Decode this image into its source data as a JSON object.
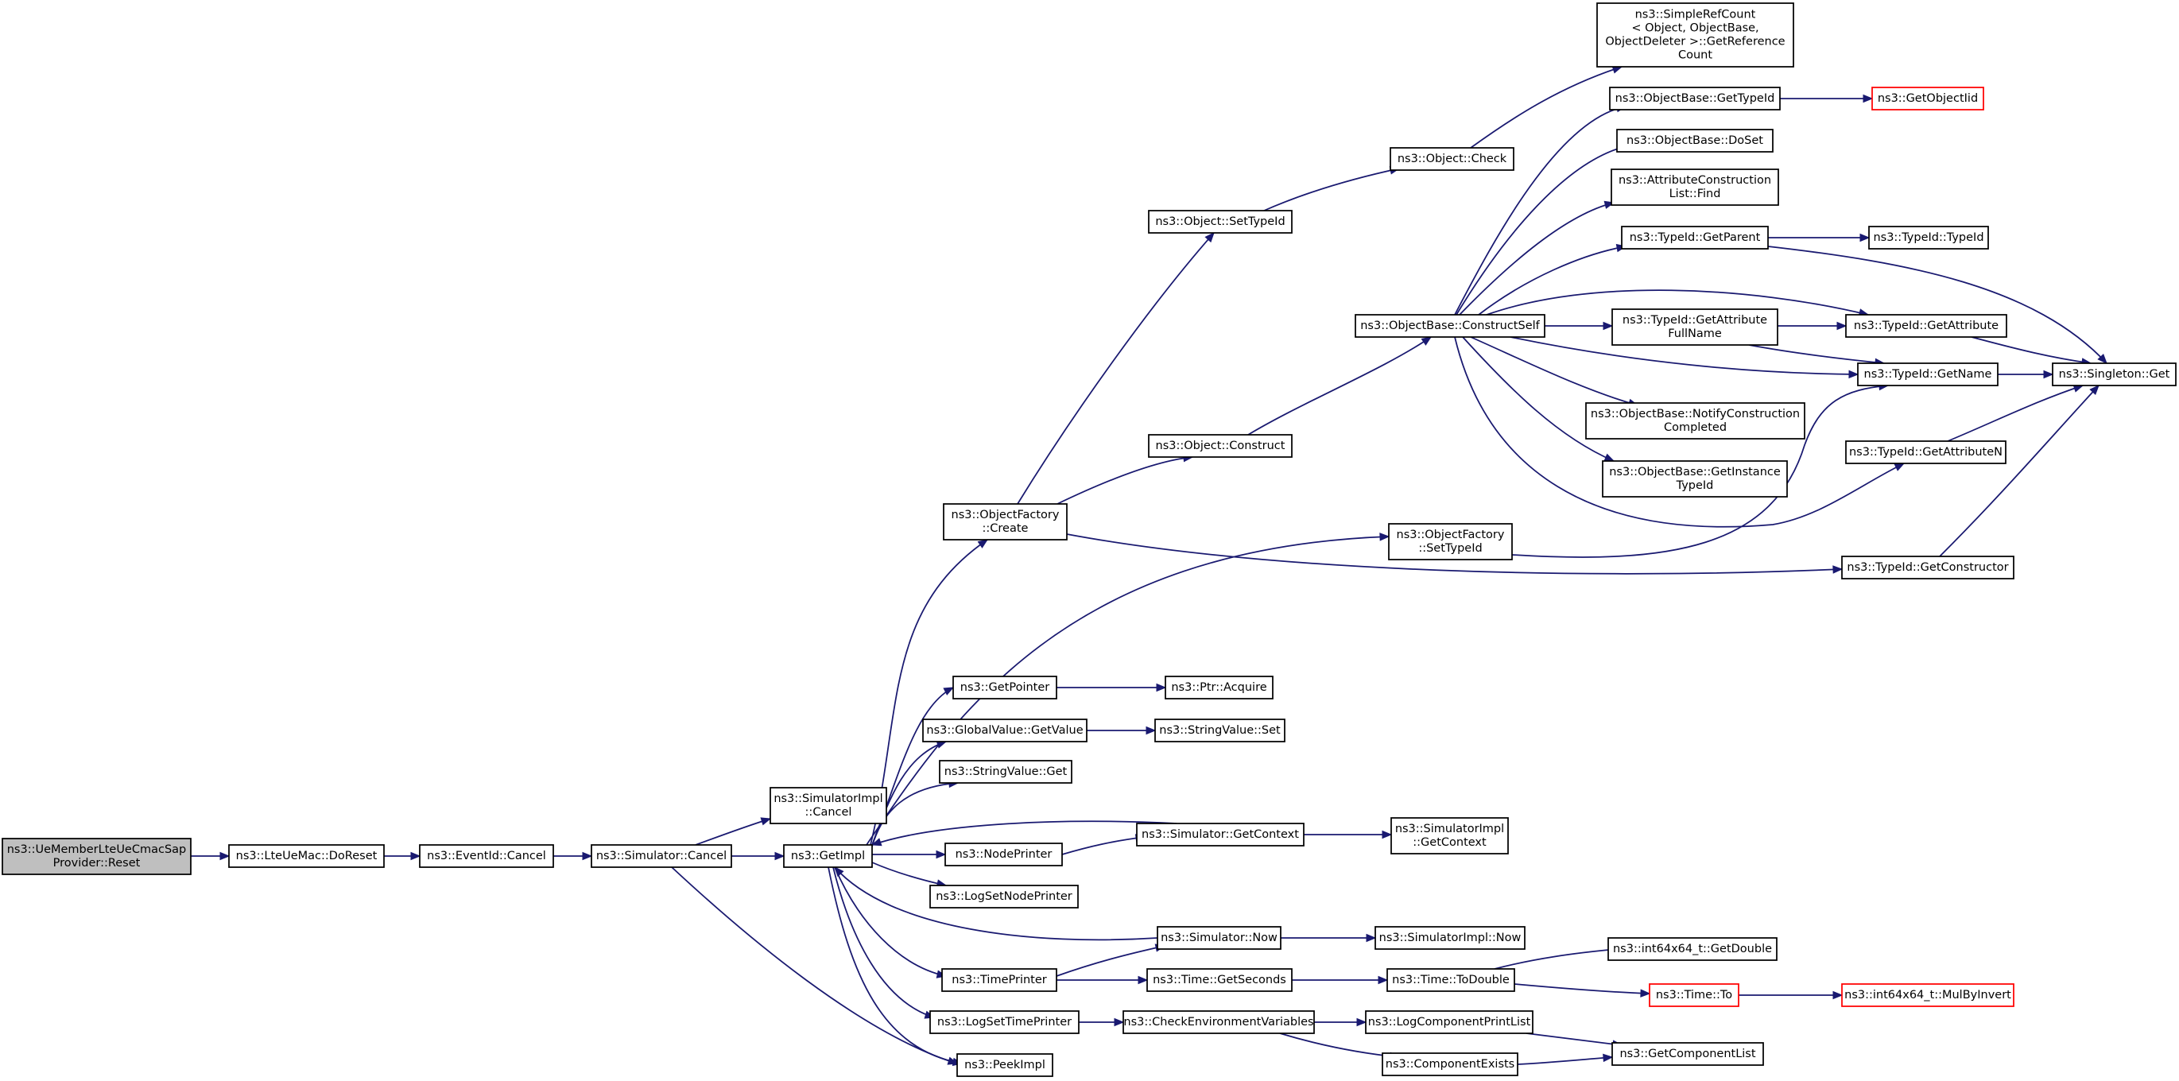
{
  "graph": {
    "title": "",
    "colors": {
      "edge": "#191970",
      "root_fill": "#bfbfbf",
      "node_border": "#000000",
      "external_border": "#ff0000"
    },
    "nodes": [
      {
        "id": "root",
        "label": [
          "ns3::UeMemberLteUeCmacSap",
          "Provider::Reset"
        ],
        "kind": "root"
      },
      {
        "id": "doreset",
        "label": [
          "ns3::LteUeMac::DoReset"
        ]
      },
      {
        "id": "eventcancel",
        "label": [
          "ns3::EventId::Cancel"
        ]
      },
      {
        "id": "simcancel",
        "label": [
          "ns3::Simulator::Cancel"
        ]
      },
      {
        "id": "simimplcancel",
        "label": [
          "ns3::SimulatorImpl",
          "::Cancel"
        ]
      },
      {
        "id": "getimpl",
        "label": [
          "ns3::GetImpl"
        ]
      },
      {
        "id": "peekimpl",
        "label": [
          "ns3::PeekImpl"
        ]
      },
      {
        "id": "objfactcreate",
        "label": [
          "ns3::ObjectFactory",
          "::Create"
        ]
      },
      {
        "id": "getpointer",
        "label": [
          "ns3::GetPointer"
        ]
      },
      {
        "id": "gvgetvalue",
        "label": [
          "ns3::GlobalValue::GetValue"
        ]
      },
      {
        "id": "strvalget",
        "label": [
          "ns3::StringValue::Get"
        ]
      },
      {
        "id": "nodeprinter",
        "label": [
          "ns3::NodePrinter"
        ]
      },
      {
        "id": "logsetnodeprinter",
        "label": [
          "ns3::LogSetNodePrinter"
        ]
      },
      {
        "id": "timeprinter",
        "label": [
          "ns3::TimePrinter"
        ]
      },
      {
        "id": "logsettimeprinter",
        "label": [
          "ns3::LogSetTimePrinter"
        ]
      },
      {
        "id": "objsettypeid",
        "label": [
          "ns3::Object::SetTypeId"
        ]
      },
      {
        "id": "objconstruct",
        "label": [
          "ns3::Object::Construct"
        ]
      },
      {
        "id": "objfactsettypeid",
        "label": [
          "ns3::ObjectFactory",
          "::SetTypeId"
        ]
      },
      {
        "id": "typeidgetconstructor",
        "label": [
          "ns3::TypeId::GetConstructor"
        ]
      },
      {
        "id": "ptracquire",
        "label": [
          "ns3::Ptr::Acquire"
        ]
      },
      {
        "id": "strvalset",
        "label": [
          "ns3::StringValue::Set"
        ]
      },
      {
        "id": "simgetcontext",
        "label": [
          "ns3::Simulator::GetContext"
        ]
      },
      {
        "id": "simimplgetcontext",
        "label": [
          "ns3::SimulatorImpl",
          "::GetContext"
        ]
      },
      {
        "id": "simnow",
        "label": [
          "ns3::Simulator::Now"
        ]
      },
      {
        "id": "simimplnow",
        "label": [
          "ns3::SimulatorImpl::Now"
        ]
      },
      {
        "id": "timegetseconds",
        "label": [
          "ns3::Time::GetSeconds"
        ]
      },
      {
        "id": "timetodouble",
        "label": [
          "ns3::Time::ToDouble"
        ]
      },
      {
        "id": "int64getdouble",
        "label": [
          "ns3::int64x64_t::GetDouble"
        ]
      },
      {
        "id": "timeto",
        "label": [
          "ns3::Time::To"
        ],
        "kind": "external"
      },
      {
        "id": "int64mulbyinvert",
        "label": [
          "ns3::int64x64_t::MulByInvert"
        ],
        "kind": "external"
      },
      {
        "id": "checkenv",
        "label": [
          "ns3::CheckEnvironmentVariables"
        ]
      },
      {
        "id": "logcompprintlist",
        "label": [
          "ns3::LogComponentPrintList"
        ]
      },
      {
        "id": "compexists",
        "label": [
          "ns3::ComponentExists"
        ]
      },
      {
        "id": "getcomplist",
        "label": [
          "ns3::GetComponentList"
        ]
      },
      {
        "id": "objcheck",
        "label": [
          "ns3::Object::Check"
        ]
      },
      {
        "id": "simplerefcount",
        "label": [
          "ns3::SimpleRefCount",
          "< Object, ObjectBase,",
          "ObjectDeleter >::GetReference",
          "Count"
        ]
      },
      {
        "id": "objbaseconstructself",
        "label": [
          "ns3::ObjectBase::ConstructSelf"
        ]
      },
      {
        "id": "objbasegettypeid",
        "label": [
          "ns3::ObjectBase::GetTypeId"
        ]
      },
      {
        "id": "getobjectiid",
        "label": [
          "ns3::GetObjectIid"
        ],
        "kind": "external"
      },
      {
        "id": "objbasedoset",
        "label": [
          "ns3::ObjectBase::DoSet"
        ]
      },
      {
        "id": "attrconstrlistfind",
        "label": [
          "ns3::AttributeConstruction",
          "List::Find"
        ]
      },
      {
        "id": "typeidgetparent",
        "label": [
          "ns3::TypeId::GetParent"
        ]
      },
      {
        "id": "typeidtypeid",
        "label": [
          "ns3::TypeId::TypeId"
        ]
      },
      {
        "id": "typeidgetattrfullname",
        "label": [
          "ns3::TypeId::GetAttribute",
          "FullName"
        ]
      },
      {
        "id": "typeidgetattribute",
        "label": [
          "ns3::TypeId::GetAttribute"
        ]
      },
      {
        "id": "typeidgetname",
        "label": [
          "ns3::TypeId::GetName"
        ]
      },
      {
        "id": "singletonget",
        "label": [
          "ns3::Singleton::Get"
        ]
      },
      {
        "id": "notifyconstr",
        "label": [
          "ns3::ObjectBase::NotifyConstruction",
          "Completed"
        ]
      },
      {
        "id": "getinstancetypeid",
        "label": [
          "ns3::ObjectBase::GetInstance",
          "TypeId"
        ]
      },
      {
        "id": "typeidgetattrn",
        "label": [
          "ns3::TypeId::GetAttributeN"
        ]
      }
    ],
    "edges": [
      [
        "root",
        "doreset"
      ],
      [
        "doreset",
        "eventcancel"
      ],
      [
        "eventcancel",
        "simcancel"
      ],
      [
        "simcancel",
        "simimplcancel"
      ],
      [
        "simcancel",
        "getimpl"
      ],
      [
        "simcancel",
        "peekimpl"
      ],
      [
        "getimpl",
        "objfactcreate"
      ],
      [
        "getimpl",
        "objfactsettypeid"
      ],
      [
        "getimpl",
        "getpointer"
      ],
      [
        "getimpl",
        "gvgetvalue"
      ],
      [
        "getimpl",
        "strvalget"
      ],
      [
        "getimpl",
        "nodeprinter"
      ],
      [
        "getimpl",
        "logsetnodeprinter"
      ],
      [
        "getimpl",
        "timeprinter"
      ],
      [
        "getimpl",
        "logsettimeprinter"
      ],
      [
        "getimpl",
        "peekimpl"
      ],
      [
        "simgetcontext",
        "getimpl"
      ],
      [
        "simnow",
        "getimpl"
      ],
      [
        "objfactcreate",
        "objsettypeid"
      ],
      [
        "objfactcreate",
        "objconstruct"
      ],
      [
        "objfactcreate",
        "typeidgetconstructor"
      ],
      [
        "getpointer",
        "ptracquire"
      ],
      [
        "gvgetvalue",
        "strvalset"
      ],
      [
        "nodeprinter",
        "simgetcontext"
      ],
      [
        "simgetcontext",
        "simimplgetcontext"
      ],
      [
        "simnow",
        "simimplnow"
      ],
      [
        "timeprinter",
        "simnow"
      ],
      [
        "timeprinter",
        "timegetseconds"
      ],
      [
        "timegetseconds",
        "timetodouble"
      ],
      [
        "timetodouble",
        "int64getdouble"
      ],
      [
        "timetodouble",
        "timeto"
      ],
      [
        "timeto",
        "int64mulbyinvert"
      ],
      [
        "logsettimeprinter",
        "checkenv"
      ],
      [
        "checkenv",
        "logcompprintlist"
      ],
      [
        "checkenv",
        "compexists"
      ],
      [
        "logcompprintlist",
        "getcomplist"
      ],
      [
        "compexists",
        "getcomplist"
      ],
      [
        "objsettypeid",
        "objcheck"
      ],
      [
        "objcheck",
        "simplerefcount"
      ],
      [
        "objconstruct",
        "objbaseconstructself"
      ],
      [
        "objbaseconstructself",
        "objbasegettypeid"
      ],
      [
        "objbaseconstructself",
        "objbasedoset"
      ],
      [
        "objbaseconstructself",
        "attrconstrlistfind"
      ],
      [
        "objbaseconstructself",
        "typeidgetparent"
      ],
      [
        "objbaseconstructself",
        "typeidgetattribute"
      ],
      [
        "objbaseconstructself",
        "typeidgetattrfullname"
      ],
      [
        "objbaseconstructself",
        "typeidgetname"
      ],
      [
        "objbaseconstructself",
        "notifyconstr"
      ],
      [
        "objbaseconstructself",
        "getinstancetypeid"
      ],
      [
        "objbaseconstructself",
        "typeidgetattrn"
      ],
      [
        "objbasegettypeid",
        "getobjectiid"
      ],
      [
        "typeidgetparent",
        "typeidtypeid"
      ],
      [
        "typeidgetparent",
        "singletonget"
      ],
      [
        "typeidgetattrfullname",
        "typeidgetattribute"
      ],
      [
        "typeidgetattrfullname",
        "typeidgetname"
      ],
      [
        "typeidgetattribute",
        "singletonget"
      ],
      [
        "typeidgetname",
        "singletonget"
      ],
      [
        "typeidgetattrn",
        "singletonget"
      ],
      [
        "typeidgetconstructor",
        "singletonget"
      ],
      [
        "objfactsettypeid",
        "typeidgetname"
      ]
    ]
  }
}
